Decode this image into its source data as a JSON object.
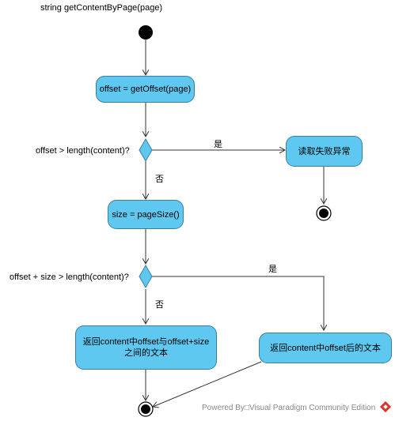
{
  "title": "string getContentByPage(page)",
  "nodes": {
    "getoffset": "offset = getOffset(page)",
    "read_failure": "读取失败异常",
    "pagesize": "size = pageSize()",
    "return_between_line1": "返回content中offset与offset+size",
    "return_between_line2": "之间的文本",
    "return_after": "返回content中offset后的文本"
  },
  "decisions": {
    "d1_condition": "offset > length(content)?",
    "d2_condition": "offset + size > length(content)?"
  },
  "edges": {
    "d1_yes": "是",
    "d1_no": "否",
    "d2_yes": "是",
    "d2_no": "否"
  },
  "watermark": "Powered By□Visual Paradigm Community Edition",
  "colors": {
    "node_fill": "#5ec8f0",
    "node_border": "#3a7ea8",
    "decision_fill": "#5ec8f0",
    "line": "#333333",
    "watermark_logo": "#d9362b"
  }
}
